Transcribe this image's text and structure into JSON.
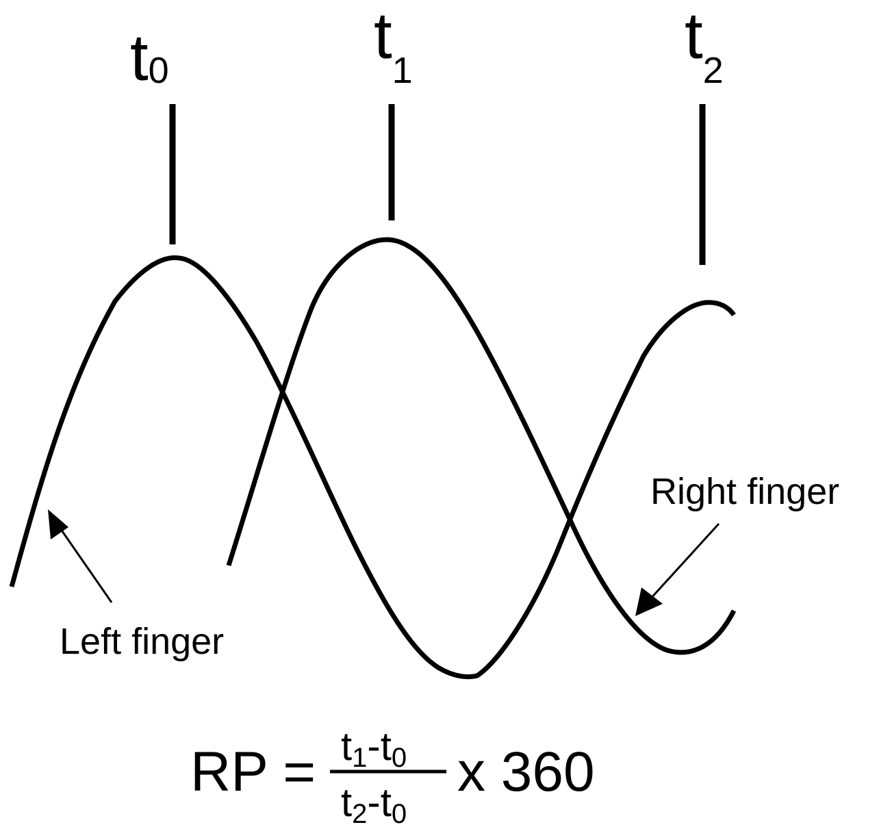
{
  "labels": {
    "t0": {
      "base": "t",
      "sub": "0"
    },
    "t1": {
      "base": "t",
      "sub": "1"
    },
    "t2": {
      "base": "t",
      "sub": "2"
    },
    "left_finger": "Left finger",
    "right_finger": "Right finger"
  },
  "formula": {
    "lhs": "RP =",
    "numerator": {
      "a": "t",
      "a_sub": "1",
      "op": "-t",
      "b_sub": "0"
    },
    "denominator": {
      "a": "t",
      "a_sub": "2",
      "op": "-t",
      "b_sub": "0"
    },
    "rhs": "x 360"
  },
  "colors": {
    "ink": "#000000",
    "background": "#ffffff"
  }
}
